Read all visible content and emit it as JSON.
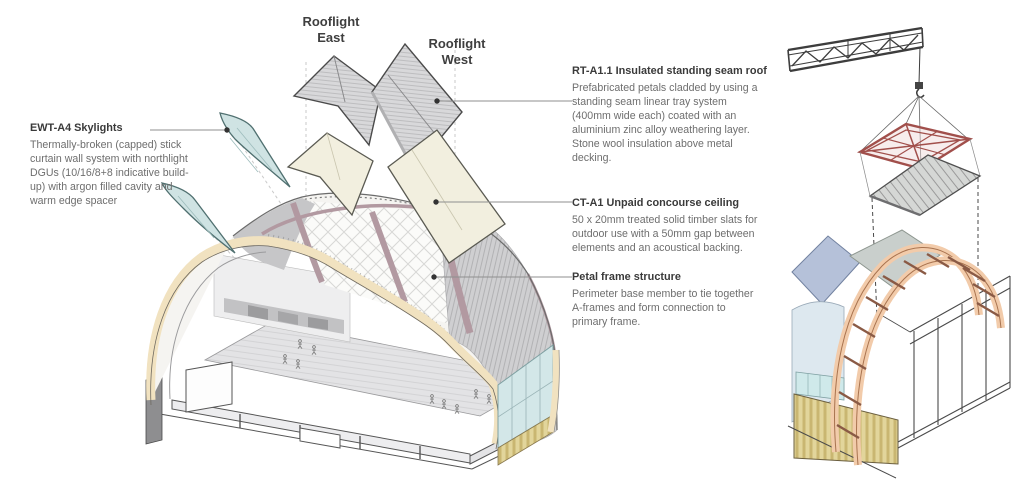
{
  "labels": {
    "rooflight_east": "Rooflight East",
    "rooflight_west": "Rooflight West"
  },
  "annotations": {
    "skylights": {
      "heading": "EWT-A4 Skylights",
      "body": "Thermally-broken (capped) stick curtain wall system with northlight DGUs (10/16/8+8 indicative build-up) with argon filled cavity and warm edge spacer"
    },
    "standing_seam_roof": {
      "heading": "RT-A1.1 Insulated standing seam roof",
      "body": "Prefabricated petals cladded by using a standing seam linear tray system (400mm wide each) coated with an aluminium zinc alloy weathering layer. Stone wool insulation above metal decking."
    },
    "concourse_ceiling": {
      "heading": "CT-A1 Unpaid concourse ceiling",
      "body": "50 x 20mm treated solid timber slats for outdoor use with a 50mm gap between elements and an acoustical backing."
    },
    "petal_frame": {
      "heading": "Petal frame structure",
      "body": "Perimeter base member to tie together A-frames and form connection to primary frame."
    }
  },
  "colors": {
    "roof_gray": "#cfcfd1",
    "petal_gray": "#d8d8da",
    "rib_mauve": "#b299a1",
    "edge_cream": "#f1e2c0",
    "skylight_blue": "#cfe3e3",
    "ceiling_ivory": "#f2efdf",
    "frame_red": "#a14f4b",
    "aframe_peach": "#f2cbaa",
    "petal_blue": "#b5c1d9",
    "glazing_cyan": "#d3e7e8",
    "timber_yellow": "#e2d59b",
    "sketch_dark": "#3d3d3d"
  }
}
